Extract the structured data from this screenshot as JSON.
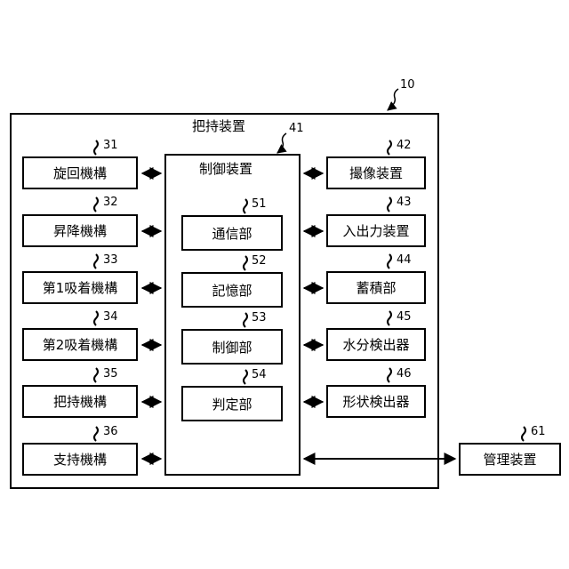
{
  "device_ref": "10",
  "holding_device_title": "把持装置",
  "controller": {
    "title": "制御装置",
    "ref": "41",
    "units": [
      {
        "label": "通信部",
        "ref": "51"
      },
      {
        "label": "記憶部",
        "ref": "52"
      },
      {
        "label": "制御部",
        "ref": "53"
      },
      {
        "label": "判定部",
        "ref": "54"
      }
    ]
  },
  "left_modules": [
    {
      "label": "旋回機構",
      "ref": "31"
    },
    {
      "label": "昇降機構",
      "ref": "32"
    },
    {
      "label": "第1吸着機構",
      "ref": "33"
    },
    {
      "label": "第2吸着機構",
      "ref": "34"
    },
    {
      "label": "把持機構",
      "ref": "35"
    },
    {
      "label": "支持機構",
      "ref": "36"
    }
  ],
  "right_modules": [
    {
      "label": "撮像装置",
      "ref": "42"
    },
    {
      "label": "入出力装置",
      "ref": "43"
    },
    {
      "label": "蓄積部",
      "ref": "44"
    },
    {
      "label": "水分検出器",
      "ref": "45"
    },
    {
      "label": "形状検出器",
      "ref": "46"
    }
  ],
  "external": {
    "label": "管理装置",
    "ref": "61"
  }
}
